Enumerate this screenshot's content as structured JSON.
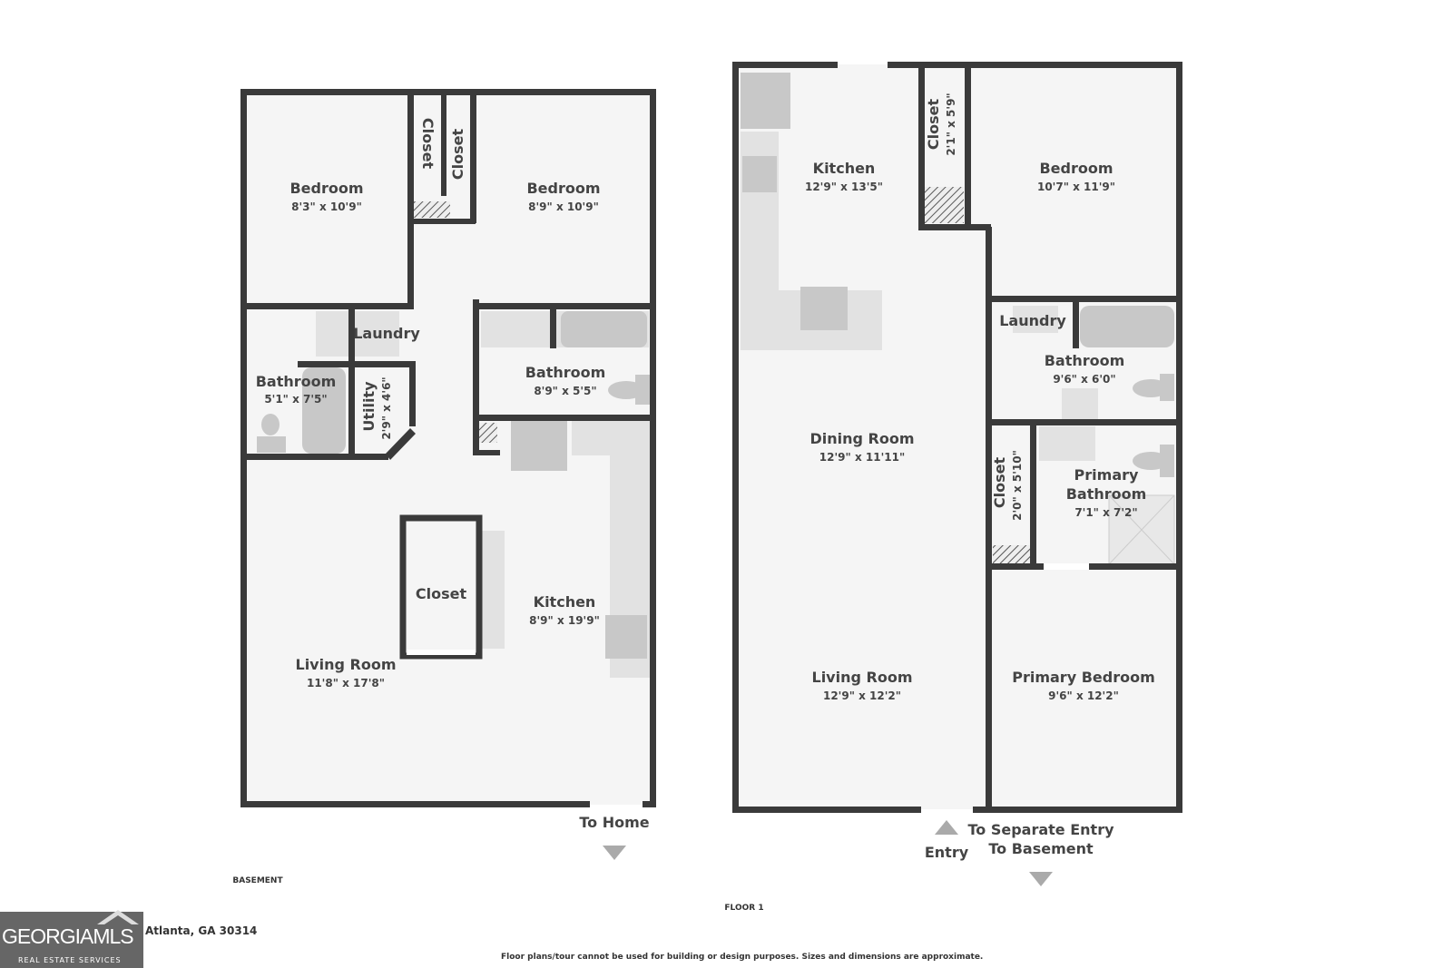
{
  "basement": {
    "label": "BASEMENT",
    "rooms": [
      {
        "name": "Bedroom",
        "dims": "8'3\" x 10'9\""
      },
      {
        "name": "Bedroom",
        "dims": "8'9\" x 10'9\""
      },
      {
        "name": "Closet"
      },
      {
        "name": "Closet"
      },
      {
        "name": "Laundry"
      },
      {
        "name": "Bathroom",
        "dims": "5'1\" x 7'5\""
      },
      {
        "name": "Utility",
        "dims": "2'9\" x 4'6\""
      },
      {
        "name": "Bathroom",
        "dims": "8'9\" x 5'5\""
      },
      {
        "name": "Closet"
      },
      {
        "name": "Kitchen",
        "dims": "8'9\" x 19'9\""
      },
      {
        "name": "Living Room",
        "dims": "11'8\" x 17'8\""
      }
    ],
    "exit": "To Home"
  },
  "floor1": {
    "label": "FLOOR 1",
    "rooms": [
      {
        "name": "Kitchen",
        "dims": "12'9\" x 13'5\""
      },
      {
        "name": "Closet",
        "dims": "2'1\" x 5'9\""
      },
      {
        "name": "Bedroom",
        "dims": "10'7\" x 11'9\""
      },
      {
        "name": "Laundry"
      },
      {
        "name": "Bathroom",
        "dims": "9'6\" x 6'0\""
      },
      {
        "name": "Dining Room",
        "dims": "12'9\" x 11'11\""
      },
      {
        "name": "Closet",
        "dims": "2'0\" x 5'10\""
      },
      {
        "name": "Primary Bathroom",
        "line1": "Primary",
        "line2": "Bathroom",
        "dims": "7'1\" x 7'2\""
      },
      {
        "name": "Living Room",
        "dims": "12'9\" x 12'2\""
      },
      {
        "name": "Primary Bedroom",
        "dims": "9'6\" x 12'2\""
      }
    ],
    "entry": "Entry",
    "exit_line1": "To Separate Entry",
    "exit_line2": "To Basement"
  },
  "footer": {
    "logo_text": "GEORGIAMLS",
    "logo_sub": "REAL ESTATE SERVICES",
    "address": "Atlanta, GA 30314",
    "disclaimer": "Floor plans/tour cannot be used for building or design purposes. Sizes and dimensions are approximate."
  },
  "colors": {
    "wall": "#3a3a3a",
    "floor": "#f5f5f5",
    "fixture": "#c8c8c8"
  }
}
